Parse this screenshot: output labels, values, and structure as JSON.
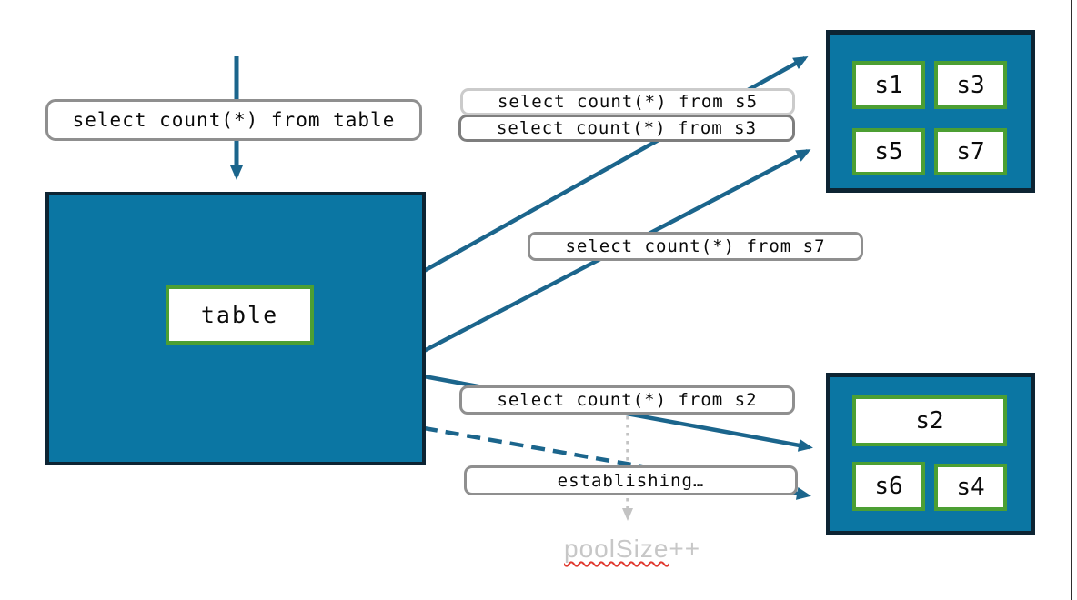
{
  "diagram": {
    "queries": {
      "table": "select count(*) from table",
      "s5": "select count(*) from s5",
      "s3": "select count(*) from s3",
      "s7": "select count(*) from s7",
      "s2": "select count(*) from s2"
    },
    "status": {
      "establishing": "establishing…",
      "pool_size_word": "poolSize",
      "pool_size_suffix": "++"
    },
    "table_box": {
      "label": "table"
    },
    "shard_box_top": {
      "shards": [
        "s1",
        "s3",
        "s5",
        "s7"
      ]
    },
    "shard_box_bottom": {
      "shards": [
        "s2",
        "s6",
        "s4"
      ]
    },
    "colors": {
      "node_fill": "#0b76a3",
      "node_border": "#0d2433",
      "shard_border": "#4c9f33",
      "arrow": "#1b658c",
      "label_border": "#8f8f8f",
      "label_border_light": "#cbcbcb",
      "muted_text": "#c7c7c7",
      "spellcheck_red": "#e0382e"
    }
  }
}
